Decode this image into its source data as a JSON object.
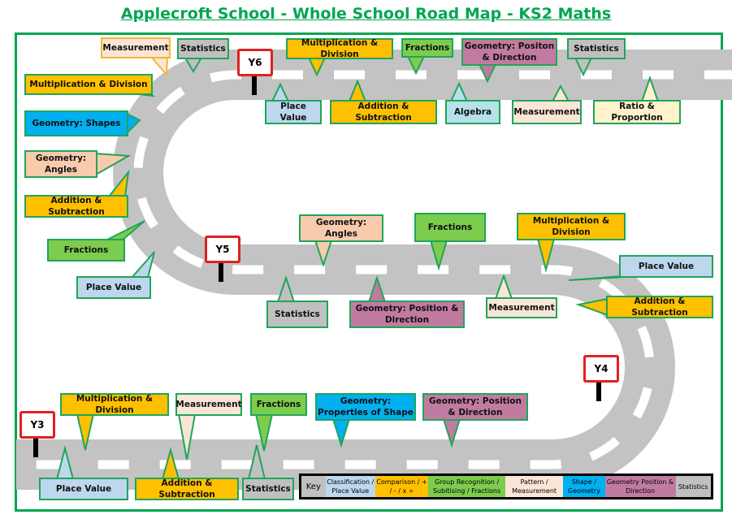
{
  "title": "Applecroft School - Whole School Road Map - KS2 Maths",
  "signs": [
    "Y6",
    "Y5",
    "Y4",
    "Y3"
  ],
  "callouts": [
    "Measurement",
    "Statistics",
    "Multiplication & Division",
    "Fractions",
    "Geometry: Positon & Direction",
    "Statistics",
    "Multiplication & Division",
    "Place Value",
    "Addition & Subtraction",
    "Algebra",
    "Measurement",
    "Ratio & Proportion",
    "Geometry: Shapes",
    "Geometry: Angles",
    "Addition & Subtraction",
    "Fractions",
    "Place Value",
    "Geometry: Angles",
    "Fractions",
    "Multiplication & Division",
    "Place Value",
    "Statistics",
    "Geometry: Position & Direction",
    "Measurement",
    "Addition & Subtraction",
    "Multiplication & Division",
    "Measurement",
    "Fractions",
    "Geometry: Properties of Shape",
    "Geometry: Position & Direction",
    "Place Value",
    "Addition & Subtraction",
    "Statistics"
  ],
  "key": {
    "label": "Key",
    "items": [
      {
        "text": "Classification / Place Value",
        "color": "#bdd7ee"
      },
      {
        "text": "Comparison / + / - / x ÷",
        "color": "#ffc000"
      },
      {
        "text": "Group Recognition / Subitising / Fractions",
        "color": "#7ccc4e"
      },
      {
        "text": "Pattern / Measurement",
        "color": "#fbe5d6"
      },
      {
        "text": "Shape / Geometry",
        "color": "#00b0f0"
      },
      {
        "text": "Geometry Position & Direction",
        "color": "#c27ba0"
      },
      {
        "text": "Statistics",
        "color": "#c0c0c0"
      }
    ]
  }
}
